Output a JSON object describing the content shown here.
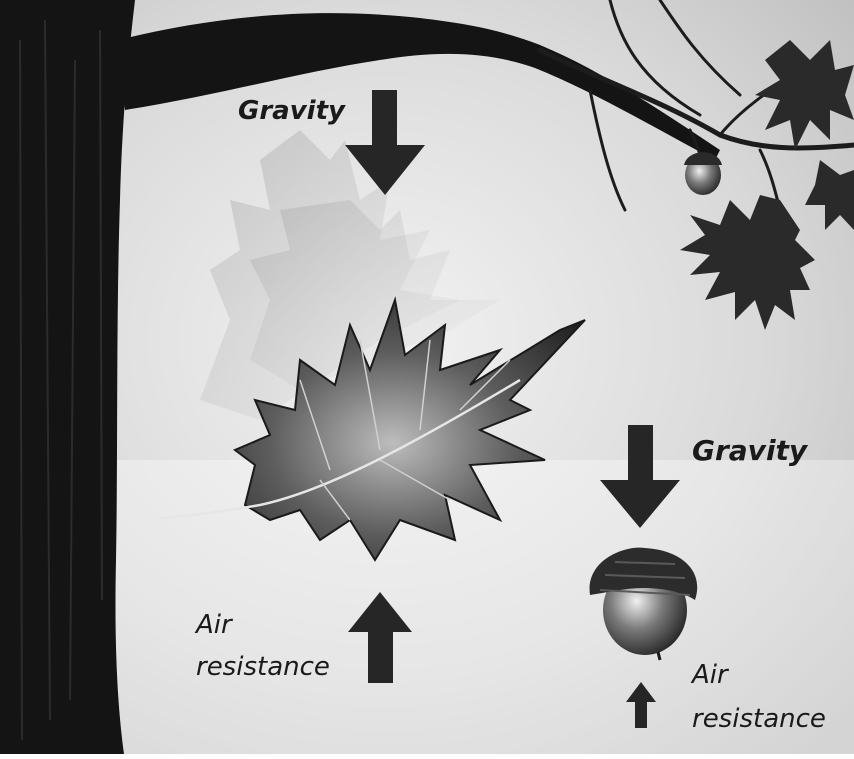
{
  "diagram": {
    "labels": {
      "gravity_leaf": "Gravity",
      "gravity_acorn": "Gravity",
      "air_leaf_line1": "Air",
      "air_leaf_line2": "resistance",
      "air_acorn_line1": "Air",
      "air_acorn_line2": "resistance"
    },
    "colors": {
      "arrow": "#2b2b2b",
      "trunk": "#151515",
      "background": "#e6e6e6",
      "leaf": "#3a3a3a",
      "acorn": "#3d3d3d"
    },
    "icons": [
      "tree-trunk",
      "oak-leaf",
      "acorn",
      "down-arrow",
      "up-arrow"
    ]
  }
}
